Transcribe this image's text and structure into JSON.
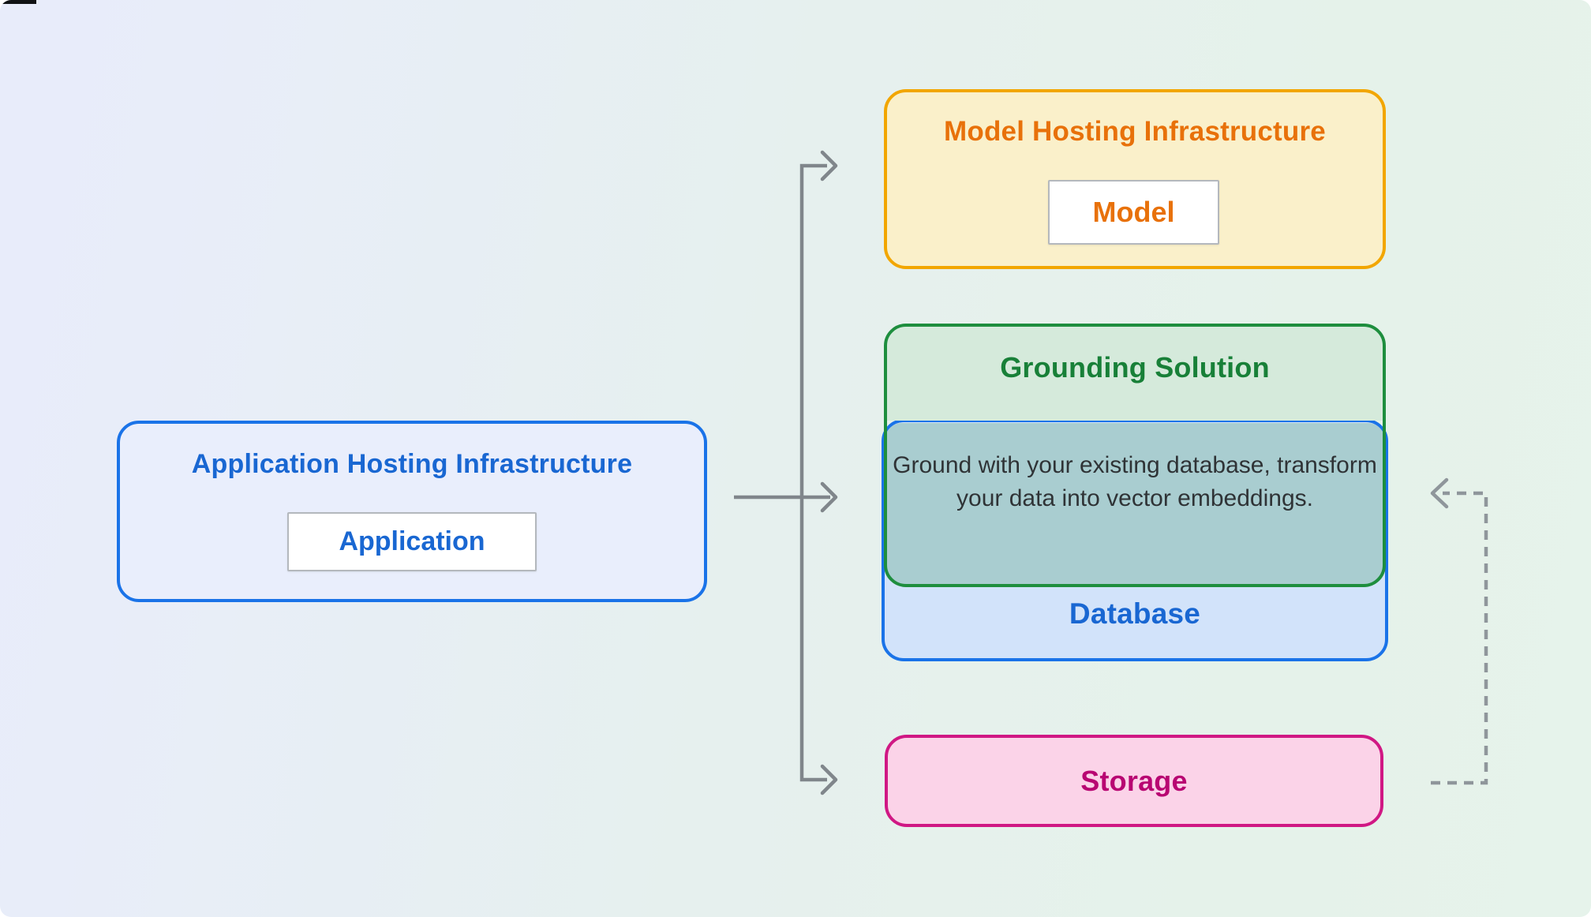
{
  "diagram": {
    "left_box": {
      "title": "Application Hosting Infrastructure",
      "chip": "Application"
    },
    "model_box": {
      "title": "Model Hosting Infrastructure",
      "chip": "Model"
    },
    "grounding_box": {
      "title": "Grounding Solution",
      "description": "Ground with your existing database, transform your data into vector embeddings."
    },
    "database_box": {
      "label": "Database"
    },
    "storage_box": {
      "label": "Storage"
    }
  },
  "colors": {
    "background_left": "#e8ecfa",
    "background_right": "#e6f3eb",
    "app_fill": "#e9eefc",
    "app_border": "#1a73e8",
    "app_text": "#1967d2",
    "model_fill": "#faf0ca",
    "model_border": "#f2a600",
    "model_text": "#e8710a",
    "grounding_fill": "#d5eadb",
    "grounding_border": "#1e8e3e",
    "grounding_text": "#188038",
    "overlap_fill": "#a9cdd0",
    "description_text": "#2f3336",
    "database_fill": "#d2e3fa",
    "database_border": "#1a73e8",
    "database_text": "#1967d2",
    "storage_fill": "#fbd3e8",
    "storage_border": "#d01884",
    "storage_text": "#b80672",
    "arrow_solid": "#80868b",
    "arrow_dashed": "#8f969b"
  }
}
